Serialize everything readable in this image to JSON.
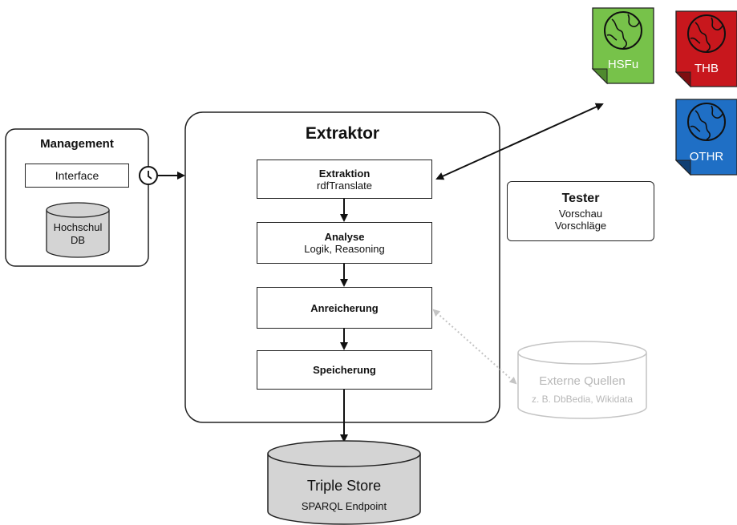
{
  "management": {
    "title": "Management",
    "interface_label": "Interface",
    "db_label": "Hochschul\nDB"
  },
  "extraktor": {
    "title": "Extraktor",
    "steps": [
      {
        "title": "Extraktion",
        "subtitle": "rdfTranslate"
      },
      {
        "title": "Analyse",
        "subtitle": "Logik, Reasoning"
      },
      {
        "title": "Anreicherung",
        "subtitle": ""
      },
      {
        "title": "Speicherung",
        "subtitle": ""
      }
    ]
  },
  "tester": {
    "title": "Tester",
    "line1": "Vorschau",
    "line2": "Vorschläge"
  },
  "external_sources": {
    "title": "Externe Quellen",
    "subtitle": "z. B. DbBedia, Wikidata"
  },
  "triple_store": {
    "title": "Triple Store",
    "subtitle": "SPARQL Endpoint"
  },
  "sources": [
    {
      "label": "HSFu",
      "color": "#77c24a"
    },
    {
      "label": "THB",
      "color": "#c8171d"
    },
    {
      "label": "OTHR",
      "color": "#1f6fc5"
    }
  ],
  "colors": {
    "db_fill": "#d4d4d4",
    "external_gray": "#c4c4c4"
  },
  "icons": {
    "clock": "clock-icon",
    "globe": "globe-icon"
  }
}
